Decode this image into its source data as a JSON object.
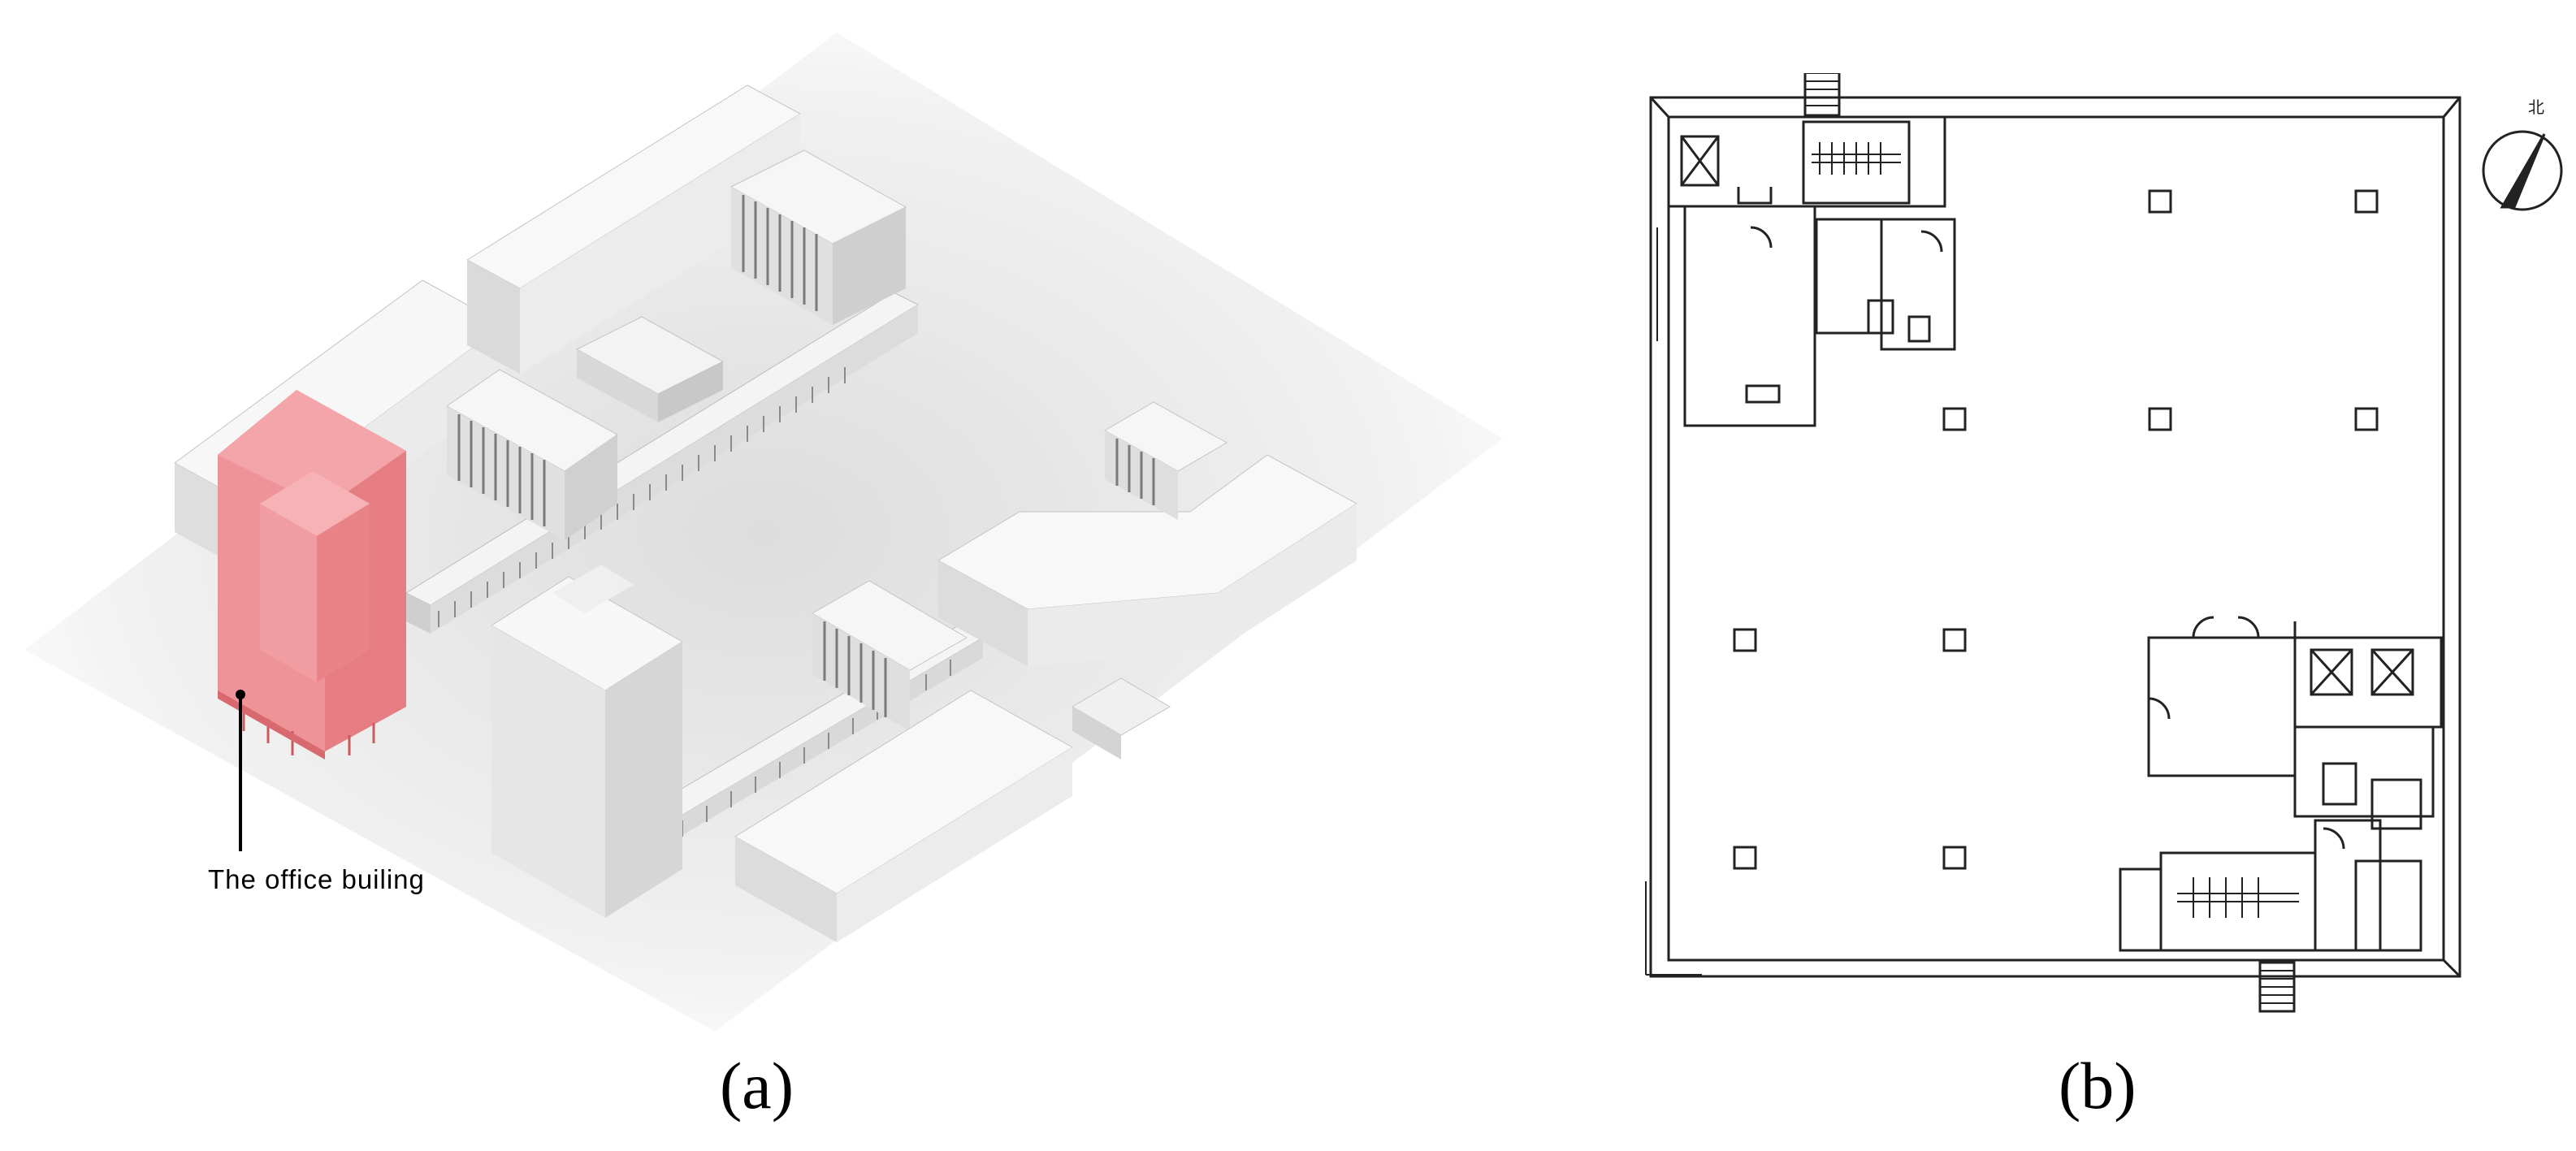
{
  "panel_a": {
    "caption": "(a)",
    "callout_label": "The office builing",
    "highlight_color": "#ec8a8f"
  },
  "panel_b": {
    "caption": "(b)",
    "north_arrow_label": "北"
  }
}
